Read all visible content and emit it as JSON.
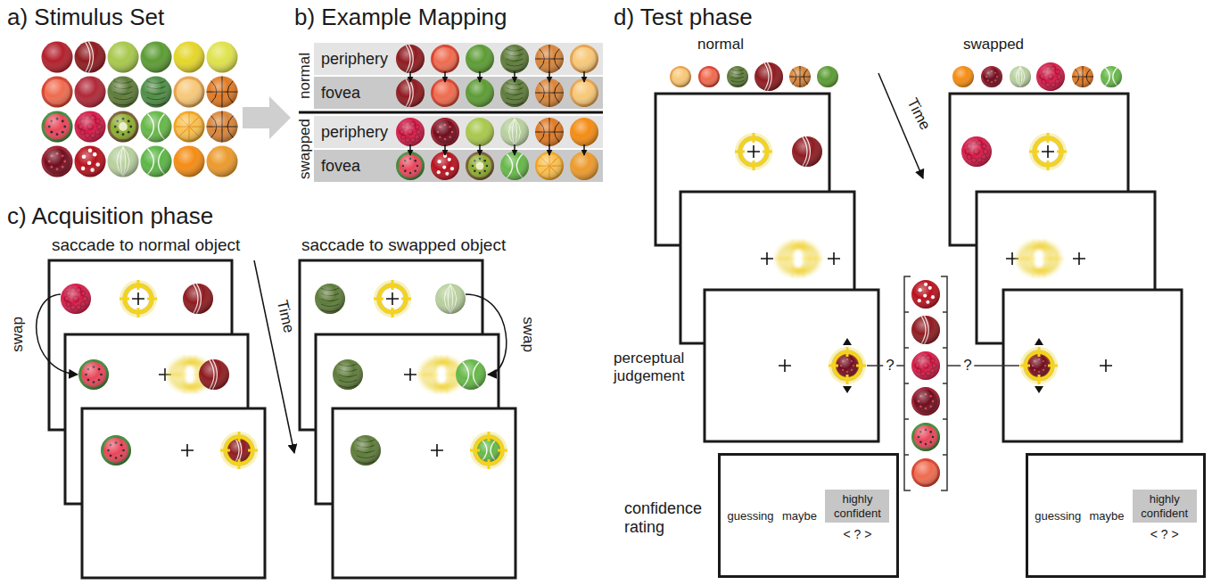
{
  "diagram": {
    "nodes": [
      {
        "text": [
          "periphery"
        ]
      },
      {
        "text": [
          "fovea"
        ]
      },
      {
        "text": [
          "periphery"
        ]
      },
      {
        "text": [
          "fovea"
        ]
      },
      {
        "text": [
          "guessing",
          "maybe",
          "highly confident",
          "< ? >"
        ]
      },
      {
        "text": [
          "guessing",
          "maybe",
          "highly confident",
          "< ? >"
        ]
      }
    ],
    "labels": [
      "a) Stimulus Set",
      "b) Example Mapping",
      "normal",
      "swapped",
      "c) Acquisition phase",
      "saccade to normal object",
      "saccade to swapped object",
      "swap",
      "swap",
      "Time",
      "d) Test phase",
      "normal",
      "swapped",
      "Time",
      "perceptual judgement",
      "?",
      "?",
      "confidence rating"
    ]
  }
}
